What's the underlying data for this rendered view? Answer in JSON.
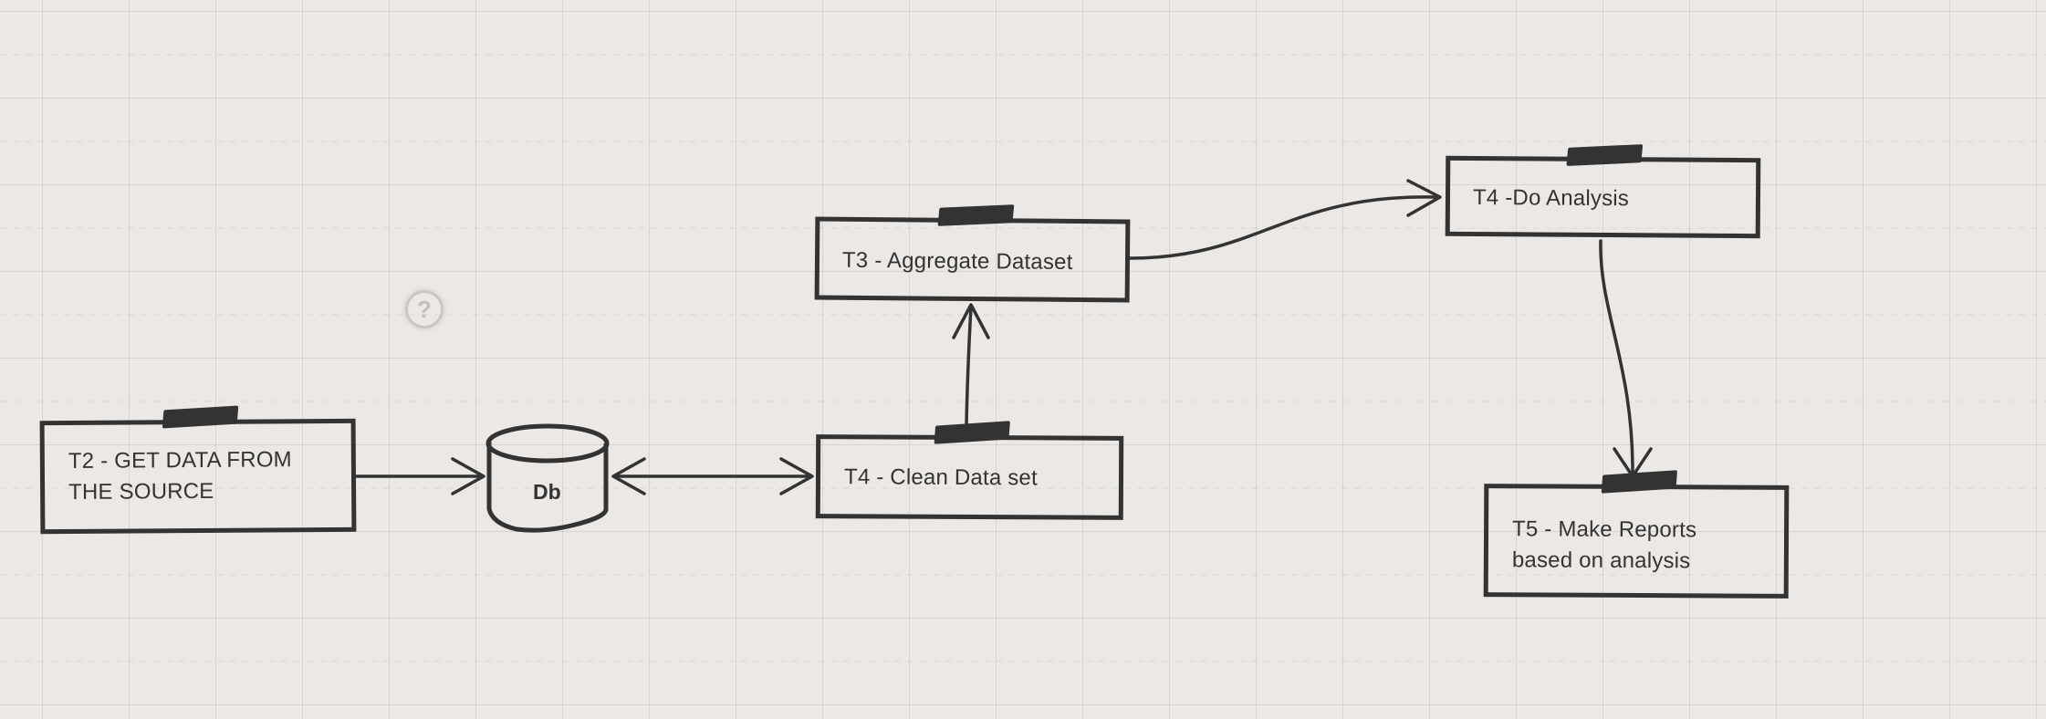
{
  "nodes": {
    "t2_get_data": {
      "line1": "T2 - GET DATA FROM",
      "line2": "THE SOURCE"
    },
    "db": {
      "label": "Db"
    },
    "t4_clean": {
      "label": "T4 - Clean Data set"
    },
    "t3_aggregate": {
      "label": "T3 - Aggregate Dataset"
    },
    "t4_analysis": {
      "label": "T4 -Do Analysis"
    },
    "t5_reports": {
      "line1": "T5 - Make Reports",
      "line2": "based on analysis"
    }
  },
  "help": {
    "glyph": "?"
  },
  "colors": {
    "background": "#ebe8e5",
    "ink": "#333333",
    "grid": "#d6d3d0",
    "help_icon": "#c2bfbc"
  }
}
